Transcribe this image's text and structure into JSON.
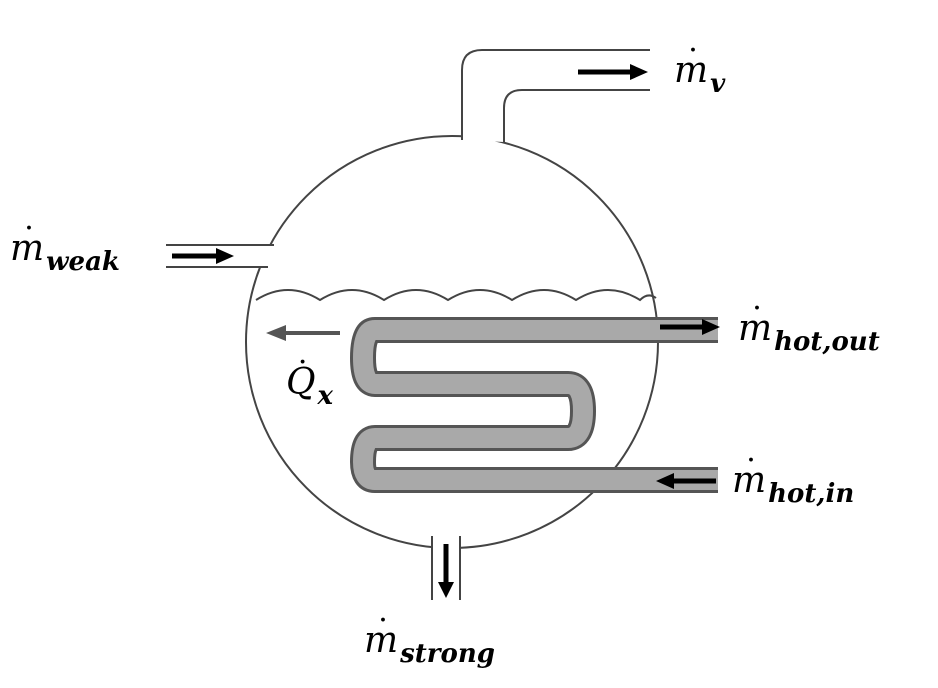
{
  "labels": {
    "m_v": {
      "symbol": "m",
      "subscript": "v"
    },
    "m_weak": {
      "symbol": "m",
      "subscript": "weak"
    },
    "m_hot_out": {
      "symbol": "m",
      "subscript": "hot,out"
    },
    "m_hot_in": {
      "symbol": "m",
      "subscript": "hot,in"
    },
    "m_strong": {
      "symbol": "m",
      "subscript": "strong"
    },
    "q_x": {
      "symbol": "Q",
      "subscript": "x"
    }
  },
  "colors": {
    "outline": "#444444",
    "coil_fill": "#a9a9a9",
    "arrow": "#000000",
    "heat_arrow": "#555555"
  }
}
